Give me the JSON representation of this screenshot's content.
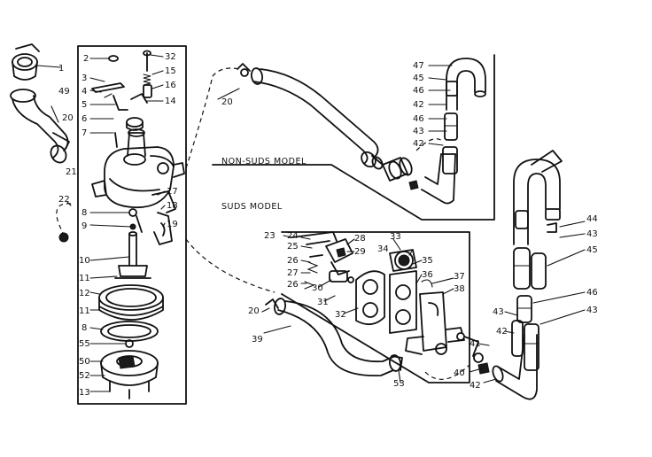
{
  "labels": {
    "non_suds_model": "NON-SUDS MODEL",
    "suds_model": "SUDS MODEL"
  },
  "callouts": {
    "c1": "1",
    "c2": "2",
    "c3": "3",
    "c4": "4",
    "c5": "5",
    "c6": "6",
    "c7": "7",
    "c8a": "8",
    "c8b": "8",
    "c9": "9",
    "c10": "10",
    "c11a": "11",
    "c11b": "11",
    "c12": "12",
    "c13": "13",
    "c14": "14",
    "c15": "15",
    "c16": "16",
    "c17": "17",
    "c18": "18",
    "c19": "19",
    "c20a": "20",
    "c20b": "20",
    "c20c": "20",
    "c21": "21",
    "c22": "22",
    "c23": "23",
    "c24": "24",
    "c25": "25",
    "c26a": "26",
    "c26b": "26",
    "c27": "27",
    "c28": "28",
    "c29": "29",
    "c30": "30",
    "c31": "31",
    "c32a": "32",
    "c32b": "32",
    "c33": "33",
    "c34": "34",
    "c35": "35",
    "c36": "36",
    "c37": "37",
    "c38": "38",
    "c39": "39",
    "c40": "40",
    "c41": "41",
    "c42a": "42",
    "c42b": "42",
    "c42c": "42",
    "c42d": "42",
    "c43a": "43",
    "c43b": "43",
    "c43c": "43",
    "c43d": "43",
    "c44": "44",
    "c45a": "45",
    "c45b": "45",
    "c46a": "46",
    "c46b": "46",
    "c46c": "46",
    "c47": "47",
    "c49": "49",
    "c50": "50",
    "c52": "52",
    "c53": "53",
    "c55": "55"
  }
}
